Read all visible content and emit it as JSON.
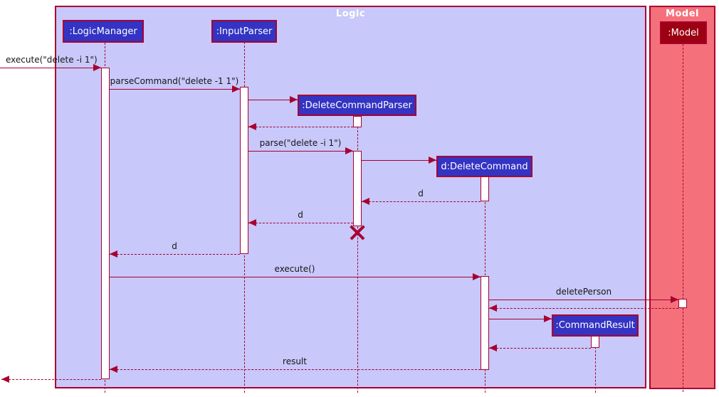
{
  "diagram": {
    "type": "uml-sequence-diagram",
    "frames": {
      "logic": {
        "title": "Logic"
      },
      "model": {
        "title": "Model"
      }
    },
    "participants": {
      "logic_manager": ":LogicManager",
      "input_parser": ":InputParser",
      "delete_command_parser": ":DeleteCommandParser",
      "delete_command": "d:DeleteCommand",
      "command_result": ":CommandResult",
      "model": ":Model"
    },
    "messages": {
      "execute_input": "execute(\"delete -i 1\")",
      "parse_command": "parseCommand(\"delete -1 1\")",
      "parse": "parse(\"delete -i 1\")",
      "return_d_to_parser": "d",
      "return_d_to_input_parser": "d",
      "return_d_to_logic_manager": "d",
      "execute": "execute()",
      "delete_person": "deletePerson",
      "result": "result"
    },
    "colors": {
      "logic_frame_fill": "#C8C8FA",
      "model_frame_fill": "#F4717C",
      "participant_fill": "#3333C4",
      "model_participant_fill": "#9D0012",
      "line_and_border": "#A80030",
      "frame_title_text": "#FFFFFF",
      "participant_text": "#FFFFFF",
      "message_text": "#161616",
      "activation_fill": "#FFFFFF"
    }
  }
}
